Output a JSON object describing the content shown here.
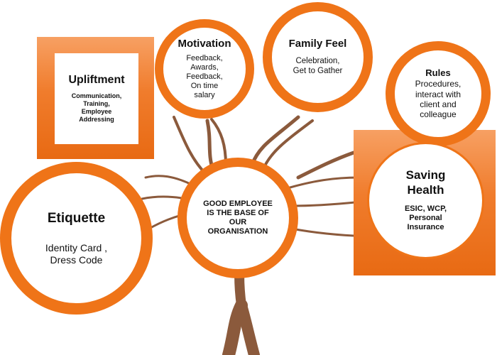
{
  "center": {
    "text": "GOOD EMPLOYEE\nIS THE BASE OF\nOUR\nORGANISATION"
  },
  "upliftment": {
    "title": "Upliftment",
    "body": "Communication,\nTraining,\nEmployee\nAddressing"
  },
  "motivation": {
    "title": "Motivation",
    "body": "Feedback,\nAwards,\nFeedback,\nOn time\nsalary"
  },
  "family_feel": {
    "title": "Family Feel",
    "body": "Celebration,\nGet to Gather"
  },
  "rules": {
    "title": "Rules",
    "body": "Procedures,\ninteract with\nclient and\ncolleague"
  },
  "saving_health": {
    "title": "Saving\nHealth",
    "body": "ESIC, WCP,\nPersonal\nInsurance"
  },
  "etiquette": {
    "title": "Etiquette",
    "body": "Identity Card ,\nDress Code"
  },
  "colors": {
    "orange": "#ef7418",
    "trunk": "#8b5a3c",
    "square_gradient_top": "#f7a063",
    "square_gradient_bottom": "#e86a13"
  }
}
